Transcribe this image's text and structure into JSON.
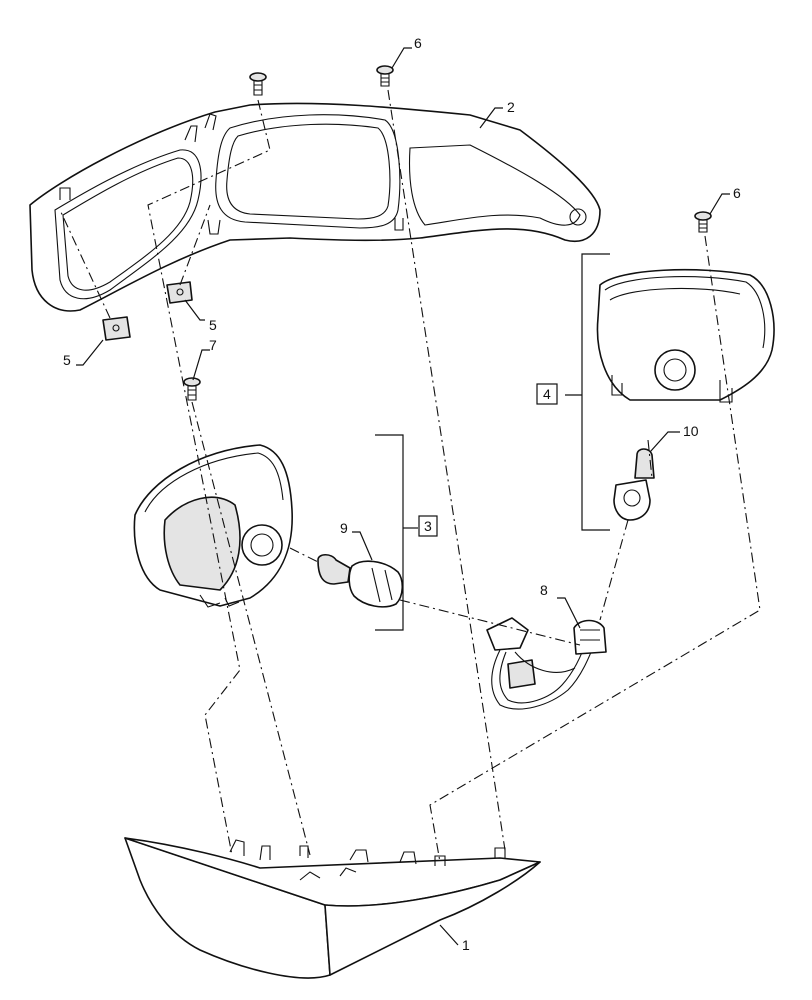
{
  "callouts": {
    "c1": "1",
    "c2": "2",
    "c3": "3",
    "c4": "4",
    "c5a": "5",
    "c5b": "5",
    "c6a": "6",
    "c6b": "6",
    "c7": "7",
    "c8": "8",
    "c9": "9",
    "c10": "10"
  }
}
